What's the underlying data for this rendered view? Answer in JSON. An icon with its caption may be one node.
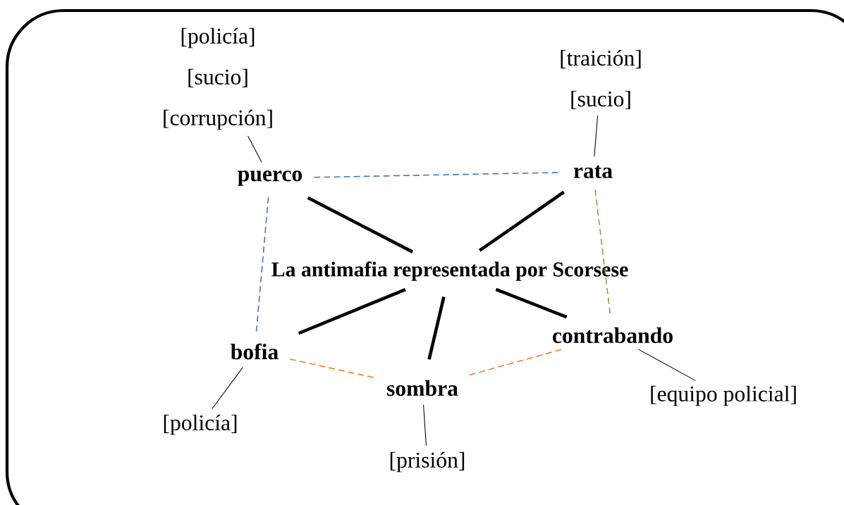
{
  "diagram": {
    "nodes": [
      {
        "text": [
          "La antimafia representada por Scorsese"
        ]
      },
      {
        "text": [
          "puerco"
        ]
      },
      {
        "text": [
          "rata"
        ]
      },
      {
        "text": [
          "bofia"
        ]
      },
      {
        "text": [
          "sombra"
        ]
      },
      {
        "text": [
          "contrabando"
        ]
      },
      {
        "text": [
          "[policía]",
          "[sucio]",
          "[corrupción]"
        ]
      },
      {
        "text": [
          "[traición]",
          "[sucio]"
        ]
      },
      {
        "text": [
          "[policía]"
        ]
      },
      {
        "text": [
          "[prisión]"
        ]
      },
      {
        "text": [
          "[equipo policial]"
        ]
      }
    ],
    "edges": [
      {
        "from": 0,
        "to": 1,
        "arrow": "none",
        "style": "thick"
      },
      {
        "from": 0,
        "to": 2,
        "arrow": "none",
        "style": "thick"
      },
      {
        "from": 0,
        "to": 3,
        "arrow": "none",
        "style": "thick"
      },
      {
        "from": 0,
        "to": 4,
        "arrow": "none",
        "style": "thick"
      },
      {
        "from": 0,
        "to": 5,
        "arrow": "none",
        "style": "thick"
      },
      {
        "from": 1,
        "to": 2,
        "arrow": "none",
        "style": "dashed",
        "color": "#4472c4"
      },
      {
        "from": 1,
        "to": 3,
        "arrow": "none",
        "style": "dashed",
        "color": "#4472c4"
      },
      {
        "from": 2,
        "to": 5,
        "arrow": "none",
        "style": "dashed",
        "color": "#70ad47"
      },
      {
        "from": 3,
        "to": 4,
        "arrow": "none",
        "style": "dashed",
        "color": "#ed7d31"
      },
      {
        "from": 4,
        "to": 5,
        "arrow": "none",
        "style": "dashed",
        "color": "#ed7d31"
      },
      {
        "from": 6,
        "to": 1,
        "arrow": "none"
      },
      {
        "from": 7,
        "to": 2,
        "arrow": "none"
      },
      {
        "from": 8,
        "to": 3,
        "arrow": "none"
      },
      {
        "from": 9,
        "to": 4,
        "arrow": "none"
      },
      {
        "from": 10,
        "to": 5,
        "arrow": "none"
      }
    ]
  }
}
